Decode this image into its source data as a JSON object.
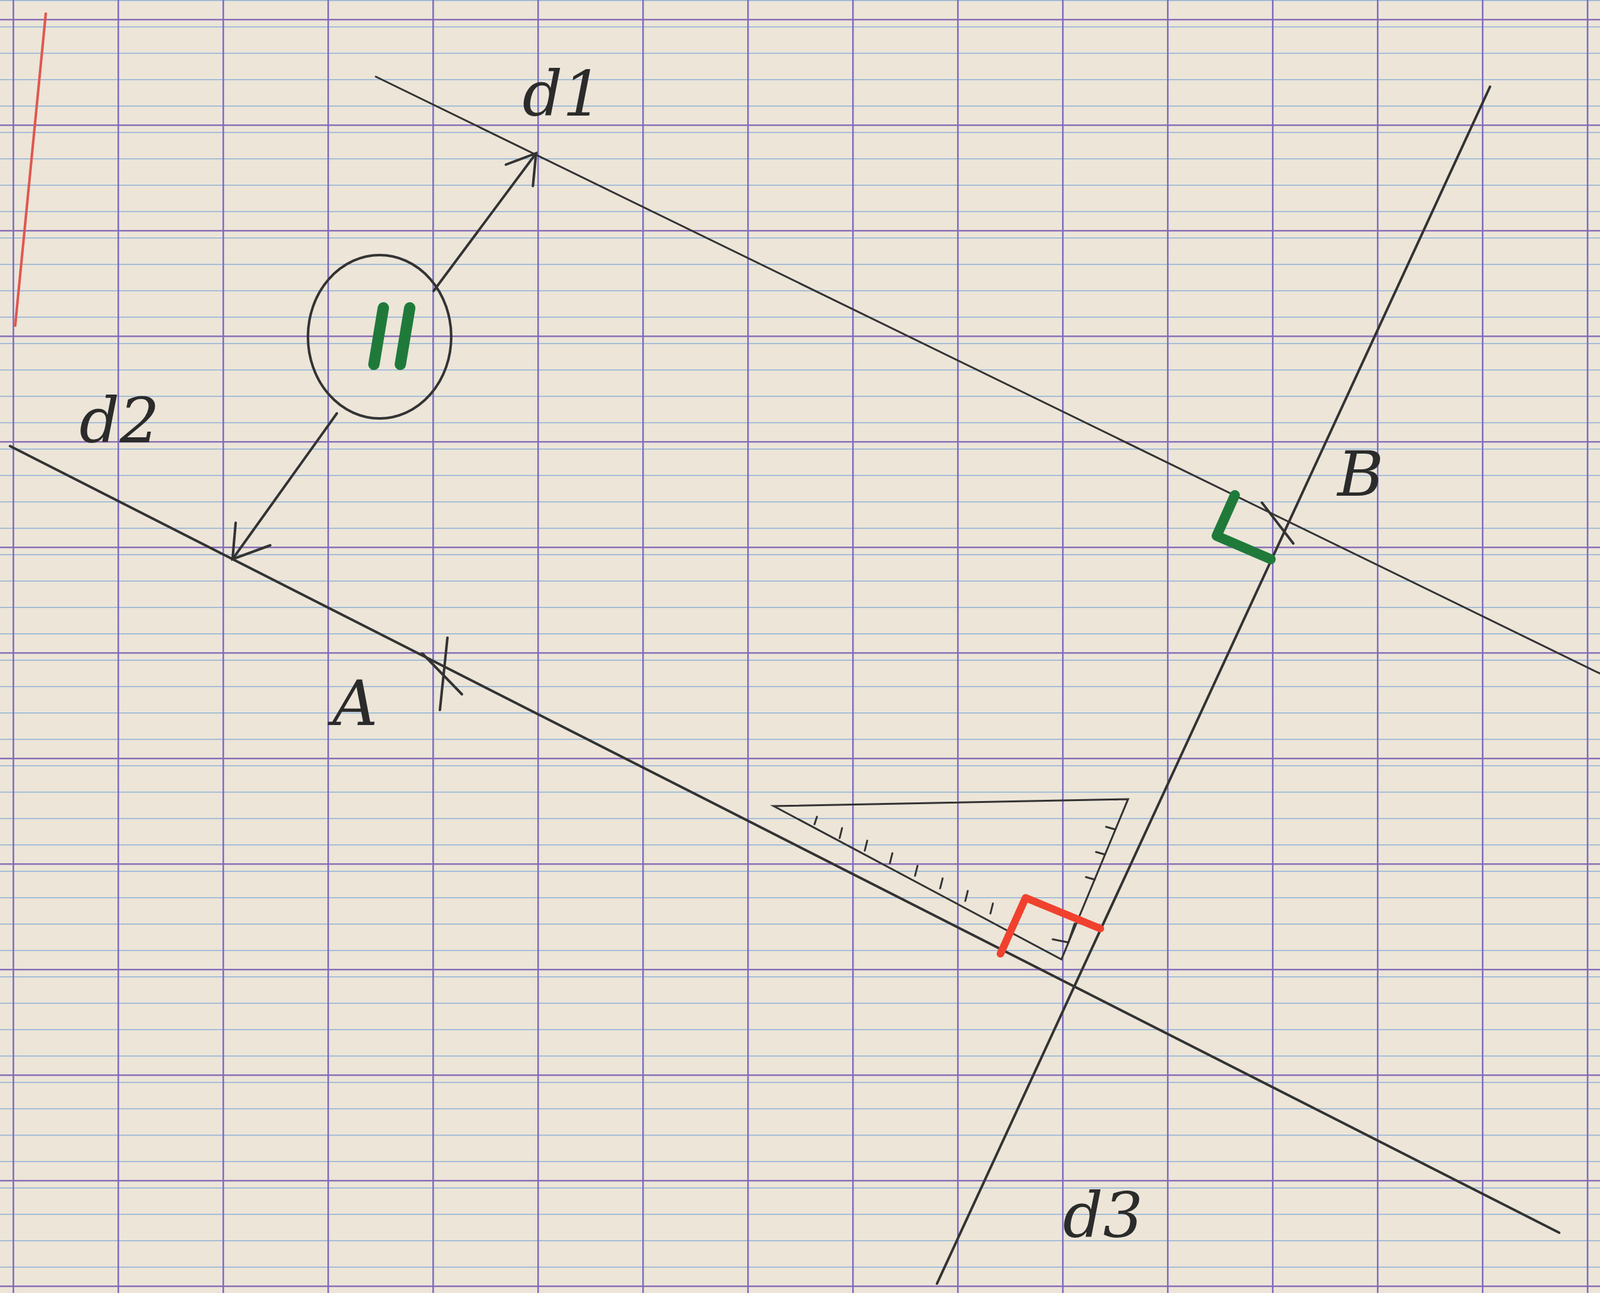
{
  "diagram": {
    "labels": [
      "d1",
      "d2",
      "A",
      "B",
      "d3"
    ]
  }
}
